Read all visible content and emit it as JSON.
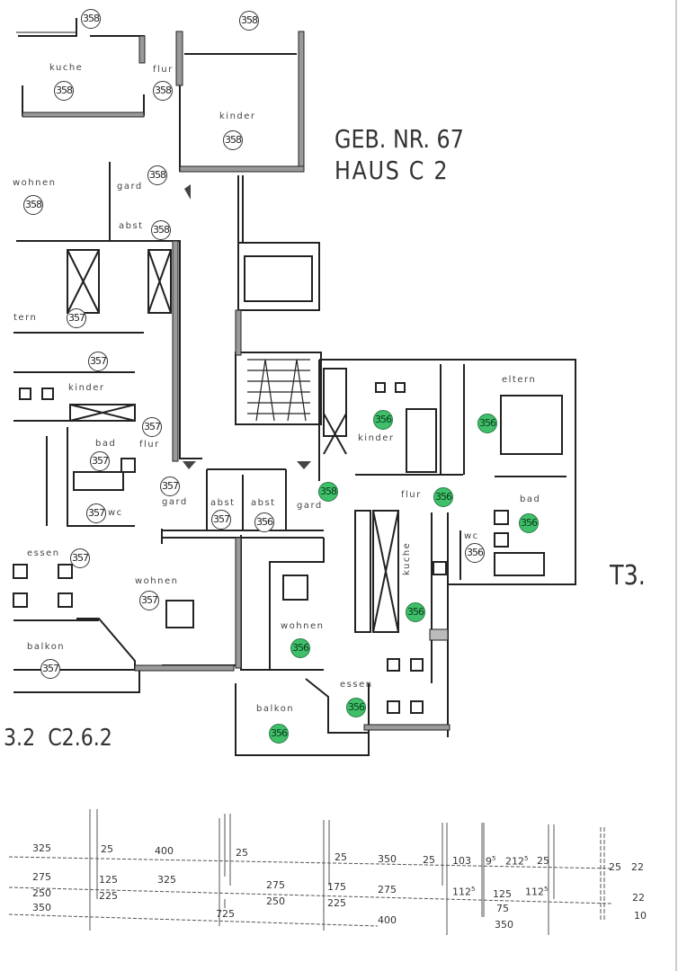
{
  "building": {
    "line1": "GEB. NR. 67",
    "line2": "HAUS C 2"
  },
  "section_mark": "T3.",
  "unit_codes": "3.2  C2.6.2",
  "highlight_color": "#3fbf6a",
  "badges": [
    {
      "number": "358",
      "highlighted": false
    },
    {
      "number": "358",
      "highlighted": false
    },
    {
      "number": "358",
      "highlighted": false
    },
    {
      "number": "358",
      "highlighted": false
    },
    {
      "number": "358",
      "highlighted": false
    },
    {
      "number": "358",
      "highlighted": false
    },
    {
      "number": "358",
      "highlighted": false
    },
    {
      "number": "358",
      "highlighted": false
    },
    {
      "number": "357",
      "highlighted": false
    },
    {
      "number": "357",
      "highlighted": false
    },
    {
      "number": "357",
      "highlighted": false
    },
    {
      "number": "357",
      "highlighted": false
    },
    {
      "number": "357",
      "highlighted": false
    },
    {
      "number": "357",
      "highlighted": false
    },
    {
      "number": "357",
      "highlighted": false
    },
    {
      "number": "356",
      "highlighted": false
    },
    {
      "number": "358",
      "highlighted": true
    },
    {
      "number": "357",
      "highlighted": false
    },
    {
      "number": "357",
      "highlighted": false
    },
    {
      "number": "357",
      "highlighted": false
    },
    {
      "number": "356",
      "highlighted": true
    },
    {
      "number": "356",
      "highlighted": true
    },
    {
      "number": "356",
      "highlighted": true
    },
    {
      "number": "356",
      "highlighted": true
    },
    {
      "number": "356",
      "highlighted": false
    },
    {
      "number": "356",
      "highlighted": true
    },
    {
      "number": "356",
      "highlighted": true
    },
    {
      "number": "356",
      "highlighted": true
    },
    {
      "number": "356",
      "highlighted": true
    }
  ],
  "rooms": [
    "kuche",
    "flur",
    "kinder",
    "wohnen",
    "gard",
    "abst",
    "tern",
    "kinder",
    "flur",
    "bad",
    "wc",
    "gard",
    "abst",
    "abst",
    "gard",
    "essen",
    "wohnen",
    "balkon",
    "kinder",
    "eltern",
    "flur",
    "bad",
    "wc",
    "kuche",
    "wohnen",
    "essen",
    "balkon"
  ],
  "dimensions": {
    "row1": [
      "325",
      "25",
      "400",
      "25",
      "25",
      "350",
      "25",
      "103",
      "9",
      "5",
      "212",
      "5",
      "25",
      "25",
      "22"
    ],
    "row2": [
      "275",
      "125",
      "325",
      "275",
      "175",
      "275",
      "112",
      "5",
      "125",
      "112",
      "5",
      "22"
    ],
    "row3": [
      "250",
      "225",
      "250",
      "225",
      "75"
    ],
    "row4": [
      "350",
      "725",
      "400",
      "350",
      "10"
    ]
  }
}
